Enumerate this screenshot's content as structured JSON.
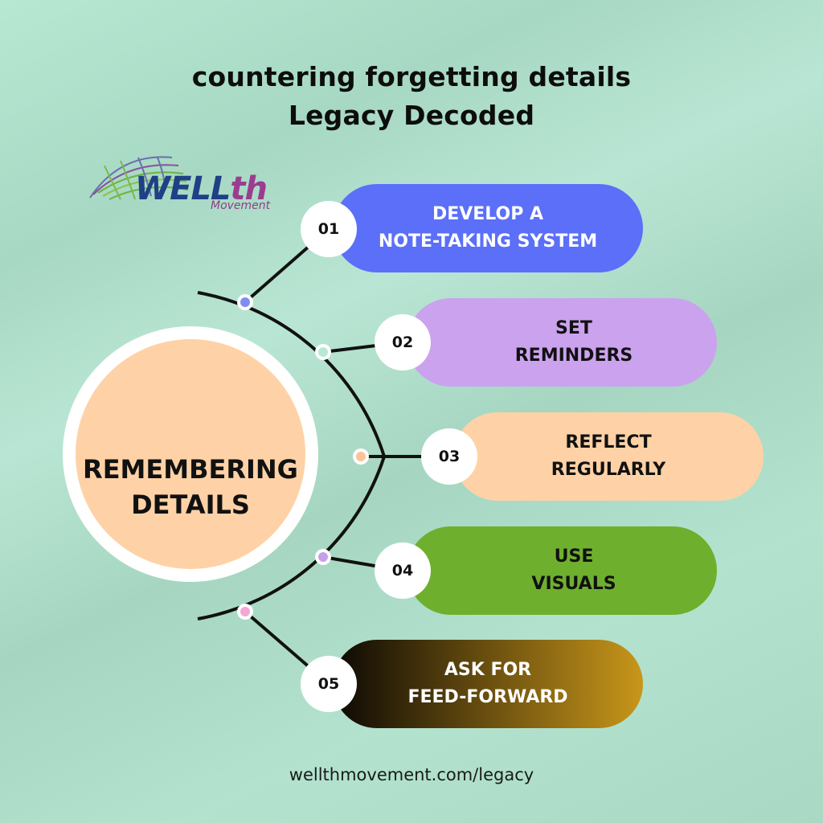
{
  "title": {
    "line1": "countering forgetting details",
    "line2": "Legacy Decoded"
  },
  "logo": {
    "brand_main": "WELL",
    "brand_accent": "th",
    "subtitle": "Movement"
  },
  "center": {
    "line1": "REMEMBERING",
    "line2": "DETAILS",
    "icon": "person-icon"
  },
  "steps": [
    {
      "number": "01",
      "line1": "DEVELOP A",
      "line2": "NOTE-TAKING SYSTEM",
      "color": "#5b6ff9",
      "text_color": "#ffffff",
      "dot_color": "#7f8df2"
    },
    {
      "number": "02",
      "line1": "SET",
      "line2": "REMINDERS",
      "color": "#cba2ee",
      "text_color": "#111111",
      "dot_color": "#b7e8d5"
    },
    {
      "number": "03",
      "line1": "REFLECT",
      "line2": "REGULARLY",
      "color": "#fed2a6",
      "text_color": "#111111",
      "dot_color": "#fcc496"
    },
    {
      "number": "04",
      "line1": "USE",
      "line2": "VISUALS",
      "color": "#6faf2e",
      "text_color": "#111111",
      "dot_color": "#c7a0ea"
    },
    {
      "number": "05",
      "line1": "ASK FOR",
      "line2": "FEED-FORWARD",
      "color_start": "#0b0804",
      "color_end": "#c8961a",
      "text_color": "#ffffff",
      "dot_color": "#f3a7d6"
    }
  ],
  "colors": {
    "person": "#1f5cb8",
    "connector": "#111111"
  },
  "footer": "wellthmovement.com/legacy"
}
